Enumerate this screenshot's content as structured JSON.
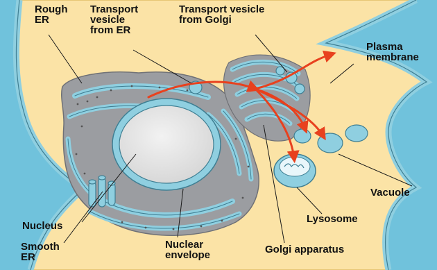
{
  "labels": {
    "rough_er": [
      "Rough",
      "ER"
    ],
    "vesicle_er": [
      "Transport",
      "vesicle",
      "from ER"
    ],
    "vesicle_golgi": [
      "Transport vesicle",
      "from Golgi"
    ],
    "plasma_membrane": [
      "Plasma",
      "membrane"
    ],
    "vacuole": "Vacuole",
    "lysosome": "Lysosome",
    "nucleus": "Nucleus",
    "smooth_er": [
      "Smooth",
      "ER"
    ],
    "nuclear_envelope": [
      "Nuclear",
      "envelope"
    ],
    "golgi_apparatus": "Golgi apparatus"
  },
  "colors": {
    "cytoplasm": "#fbe3a6",
    "membrane": "#8fcfe0",
    "membrane_outline": "#3f7f93",
    "er_lumen": "#9b9da1",
    "nucleoplasm": "#e4e4e4",
    "extracellular": "#70c2dc",
    "pathway_arrow": "#e8411e",
    "leader_line": "#1a1a1a"
  }
}
